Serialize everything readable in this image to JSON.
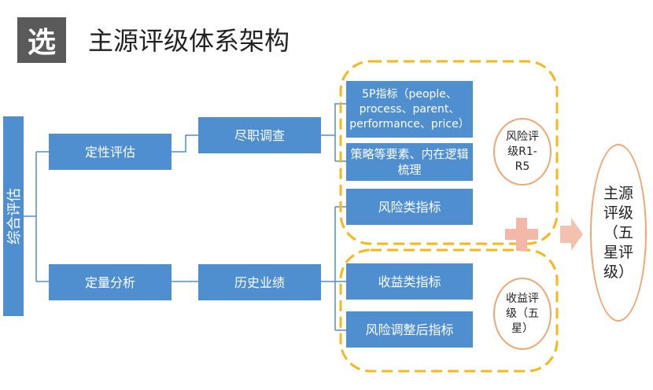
{
  "header": {
    "badge": "选",
    "title": "主源评级体系架构"
  },
  "root": {
    "label": "综合评估"
  },
  "level1": [
    {
      "label": "定性评估"
    },
    {
      "label": "定量分析"
    }
  ],
  "level2": [
    {
      "label": "尽职调查"
    },
    {
      "label": "历史业绩"
    }
  ],
  "leaves": [
    {
      "label": "5P指标（people、process、parent、performance、price）"
    },
    {
      "label": "策略等要素、内在逻辑梳理"
    },
    {
      "label": "风险类指标"
    },
    {
      "label": "收益类指标"
    },
    {
      "label": "风险调整后指标"
    }
  ],
  "ratings": [
    {
      "label": "风险评级R1-R5"
    },
    {
      "label": "收益评级（五星）"
    }
  ],
  "result": {
    "label": "主源评级（五星评级）"
  },
  "colors": {
    "box": "#4f8fd0",
    "dashed": "#f5b81c",
    "plus": "#f3b8a8",
    "arrow": "#f2c2ae",
    "circle_border": "#f0a673"
  }
}
